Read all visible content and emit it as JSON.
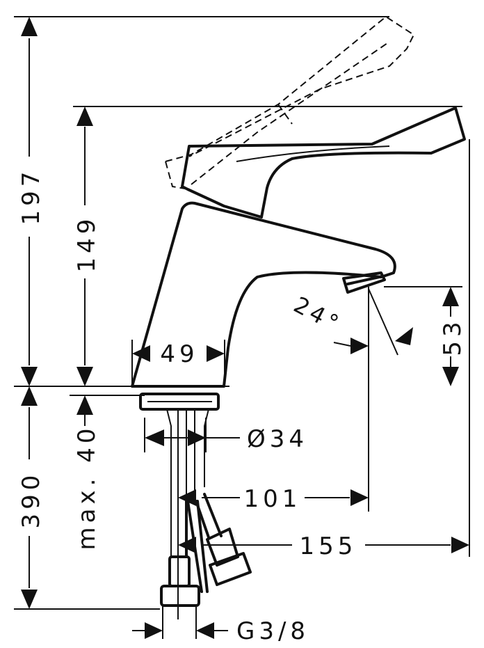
{
  "dimensions": {
    "height_total": "197",
    "height_spout": "149",
    "depth_below": "390",
    "max_thickness": "max. 40",
    "width_base": "49",
    "diameter_hole": "Ø34",
    "reach_101": "101",
    "reach_155": "155",
    "outlet_height": "53",
    "angle": "24°",
    "thread": "G3/8"
  }
}
